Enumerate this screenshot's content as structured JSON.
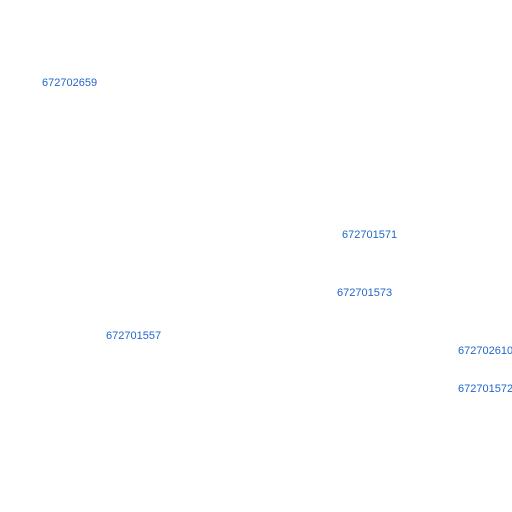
{
  "map": {
    "label_color": "#2266cc",
    "background": "#ffffff",
    "labels": [
      "672702659",
      "672701571",
      "672701573",
      "672701557",
      "672702610",
      "672701572"
    ]
  }
}
